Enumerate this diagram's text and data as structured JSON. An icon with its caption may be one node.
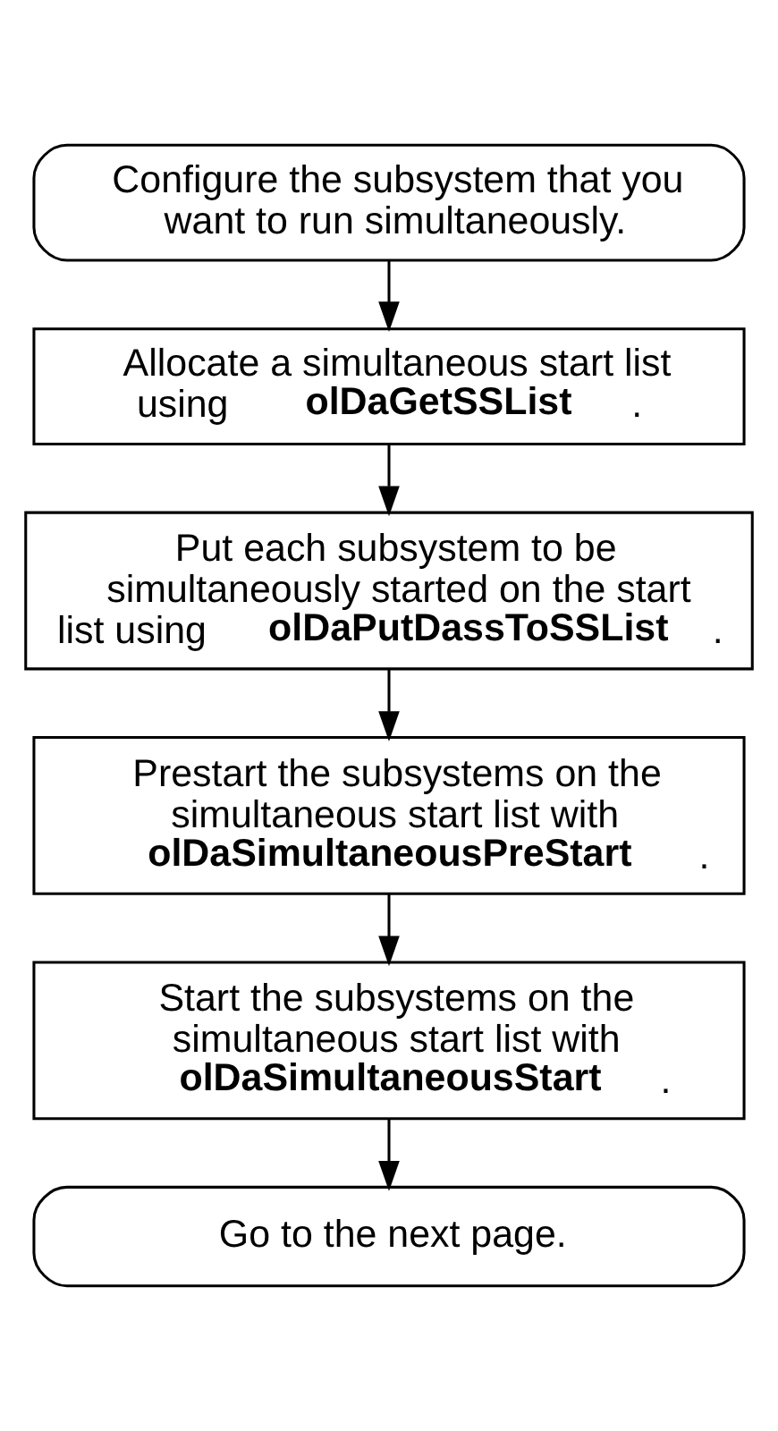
{
  "diagram": {
    "nodes": [
      {
        "text": [
          "Configure the subsystem that you want to run simultaneously."
        ]
      },
      {
        "text": [
          "Allocate a simultaneous start list using **olDaGetSSList**."
        ]
      },
      {
        "text": [
          "Put each subsystem to be simultaneously started on the start list using **olDaPutDassToSSList**."
        ]
      },
      {
        "text": [
          "Prestart the subsystems on the simultaneous start list with **olDaSimultaneousPreStart**."
        ]
      },
      {
        "text": [
          "Start the subsystems on the simultaneous start list with **olDaSimultaneousStart**."
        ]
      },
      {
        "text": [
          "Go to the next page."
        ]
      }
    ],
    "edges": [
      {
        "from": 0,
        "to": 1,
        "arrow": "to"
      },
      {
        "from": 1,
        "to": 2,
        "arrow": "to"
      },
      {
        "from": 2,
        "to": 3,
        "arrow": "to"
      },
      {
        "from": 3,
        "to": 4,
        "arrow": "to"
      },
      {
        "from": 4,
        "to": 5,
        "arrow": "to"
      }
    ]
  }
}
